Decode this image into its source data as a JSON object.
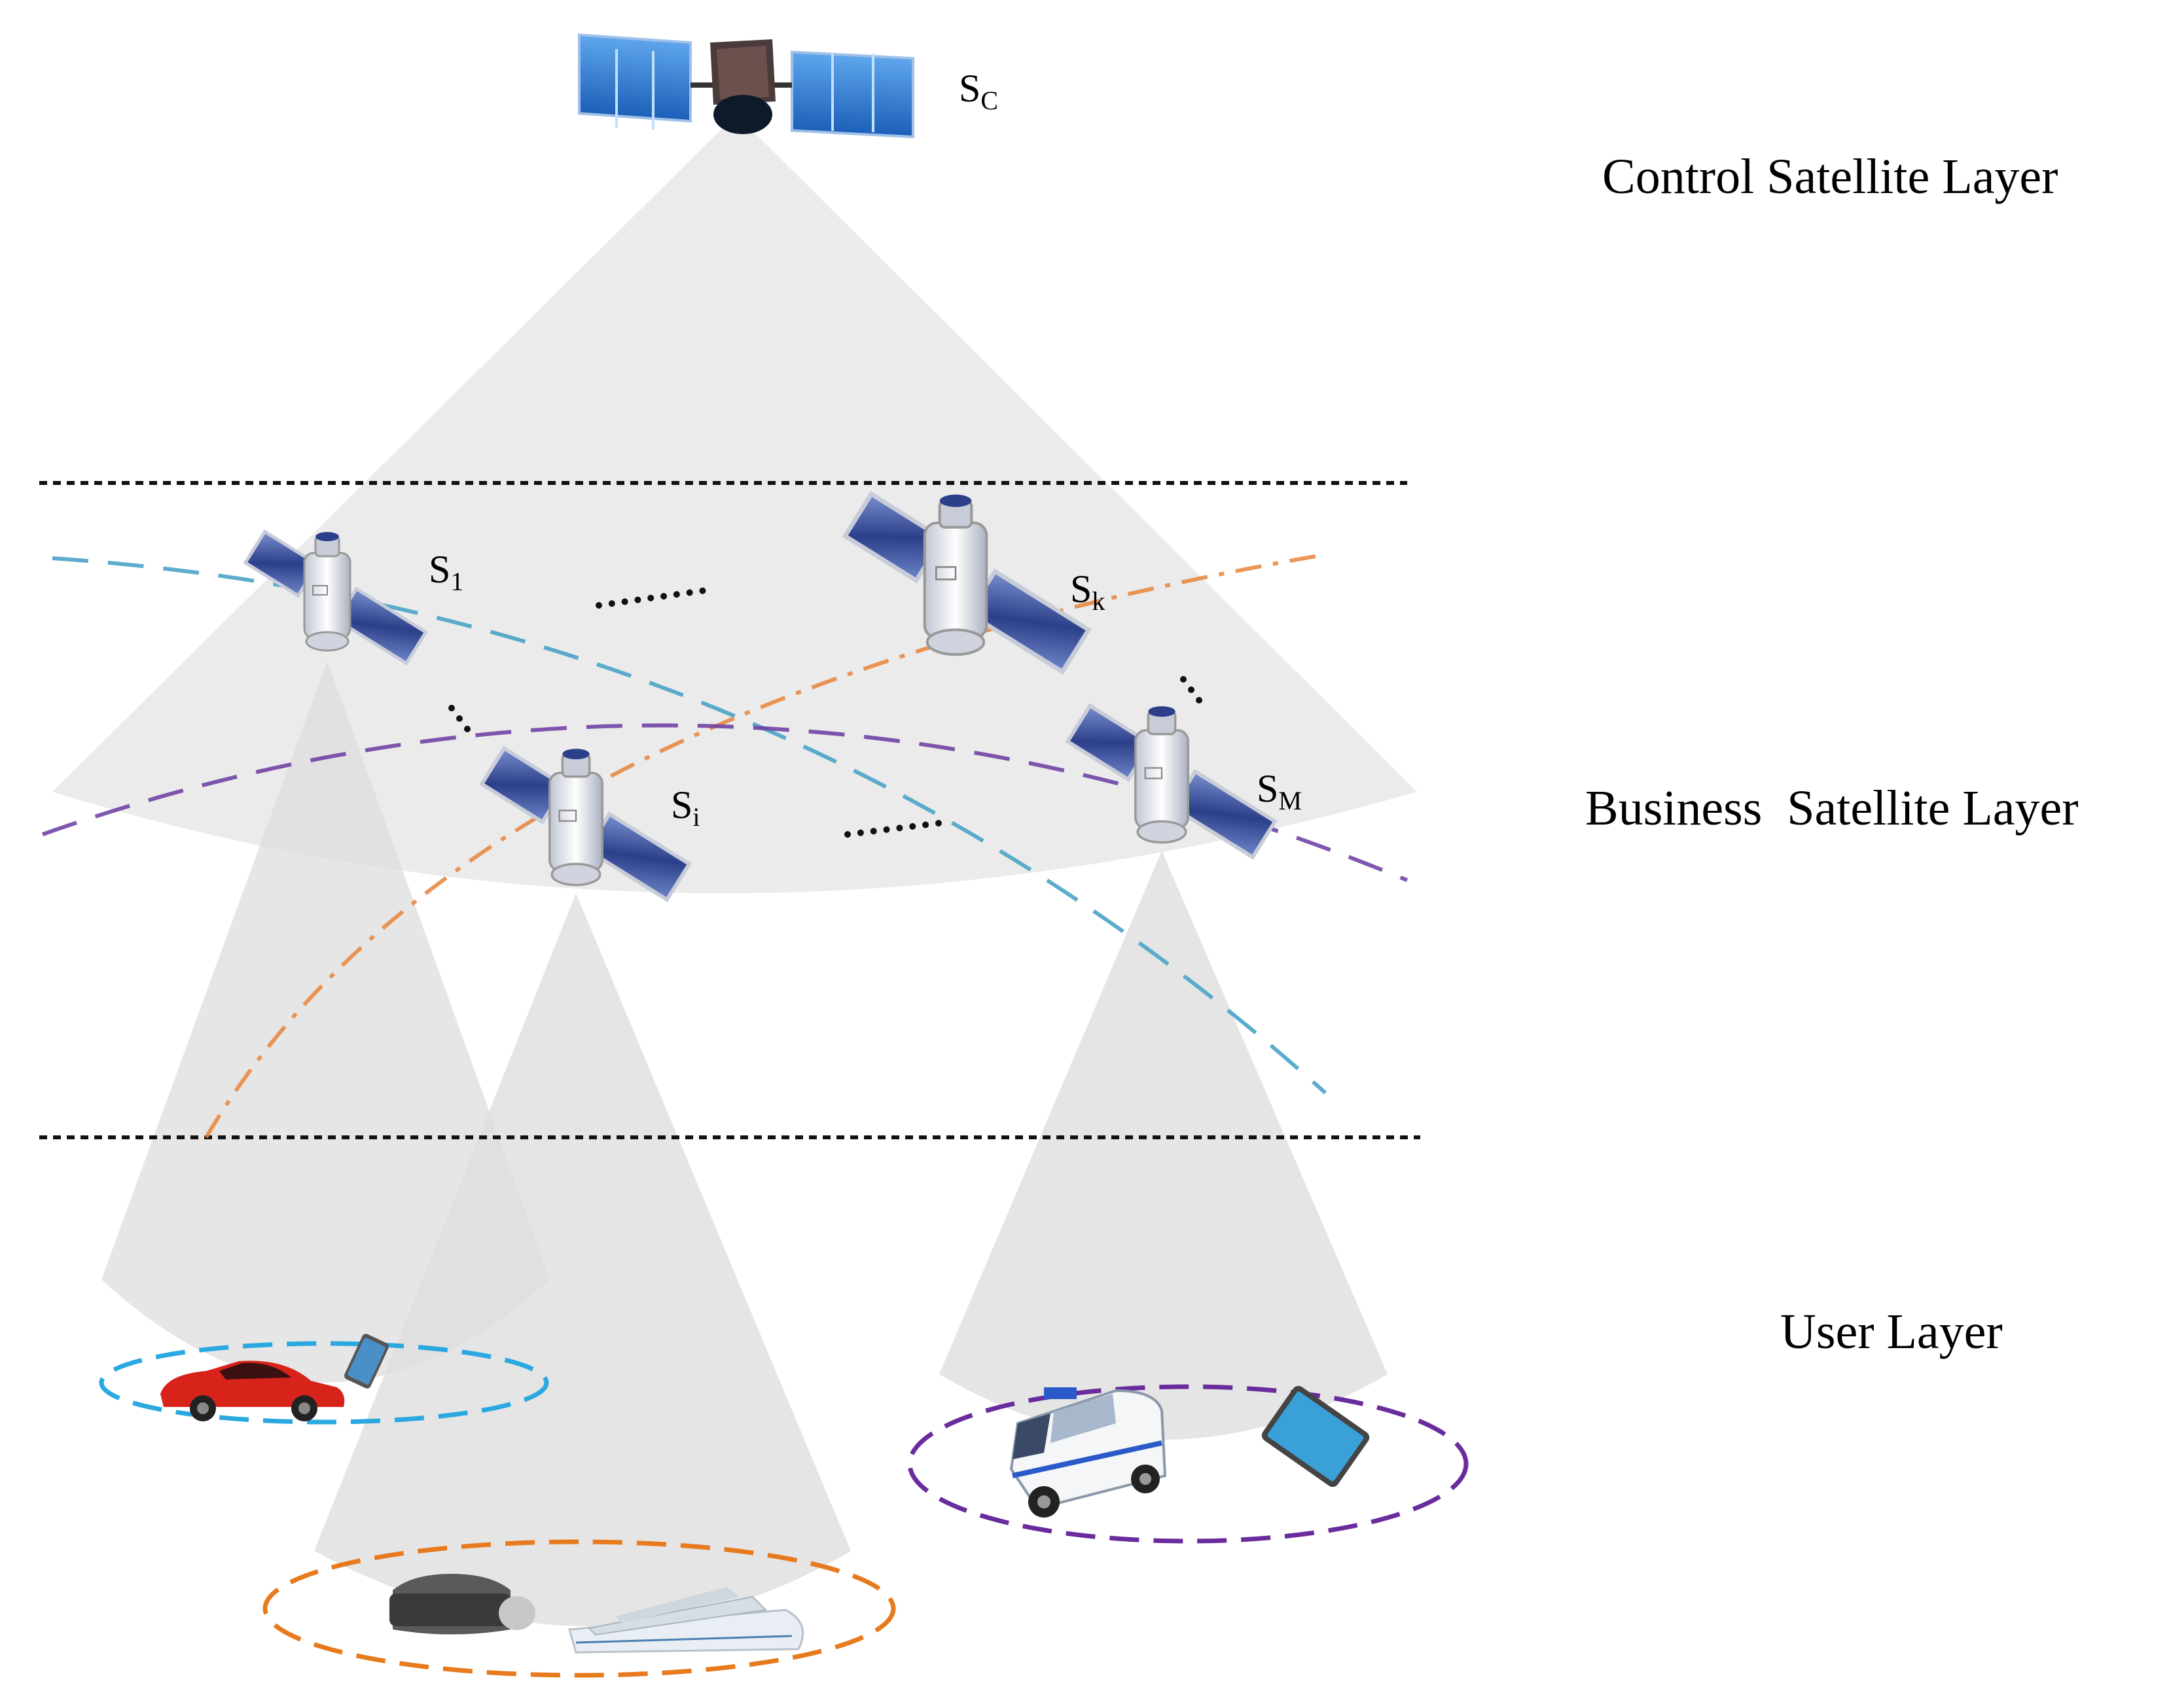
{
  "layers": {
    "control": "Control Satellite Layer",
    "business": "Business  Satellite Layer",
    "user": "User Layer"
  },
  "satellites": {
    "control": {
      "main": "S",
      "sub": "C"
    },
    "s1": {
      "main": "S",
      "sub": "1"
    },
    "si": {
      "main": "S",
      "sub": "i"
    },
    "sk": {
      "main": "S",
      "sub": "k"
    },
    "sm": {
      "main": "S",
      "sub": "M"
    }
  },
  "colors": {
    "beam": "#e6e6e6",
    "orbit_blue": "#4aa3c6",
    "orbit_orange": "#e8843a",
    "orbit_purple": "#6a3aa0",
    "ellipse_blue": "#2aa8e0",
    "ellipse_orange": "#e87a1e",
    "ellipse_purple": "#6a2c9c",
    "separator": "#111111"
  },
  "icons": {
    "control_satellite": "satellite-dish-icon",
    "business_satellite": "satellite-icon",
    "car": "car-icon",
    "phone": "phone-icon",
    "vr_headset": "vr-headset-icon",
    "ship": "ship-icon",
    "police_van": "van-icon",
    "tablet": "tablet-icon"
  }
}
